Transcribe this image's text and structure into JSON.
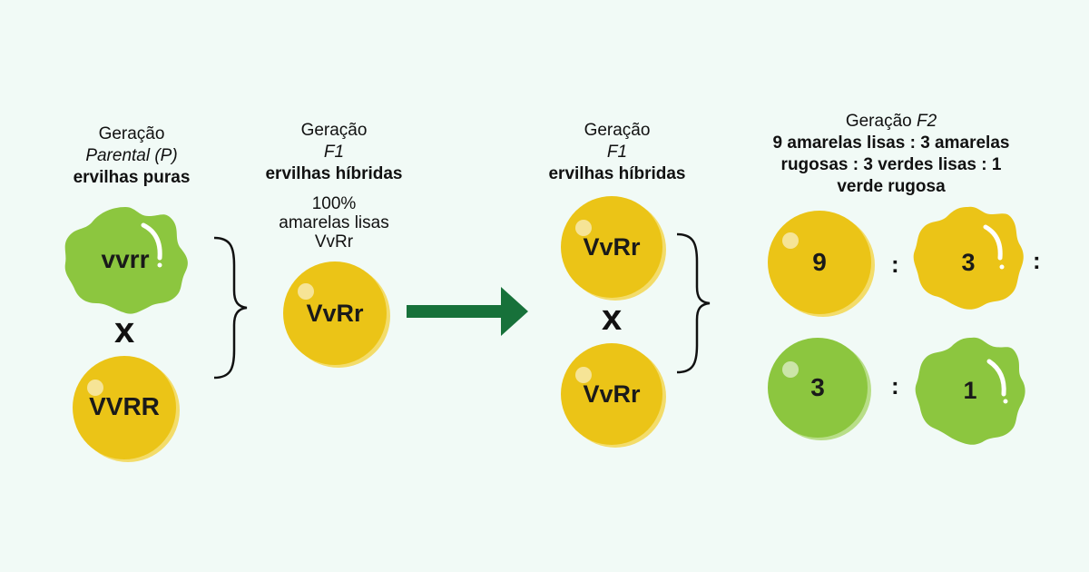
{
  "colors": {
    "background": "#f1faf6",
    "yellow_pea": "#ebc417",
    "green_pea": "#8cc63f",
    "arrow": "#17713a"
  },
  "parental": {
    "line1": "Geração",
    "line2": "Parental (P)",
    "line3": "ervilhas puras",
    "pea_top": "vvrr",
    "cross": "x",
    "pea_bottom": "VVRR"
  },
  "f1": {
    "line1": "Geração",
    "line2": "F1",
    "line3": "ervilhas híbridas",
    "result1": "100%",
    "result2": "amarelas lisas",
    "result3": "VvRr",
    "pea": "VvRr"
  },
  "f1_cross": {
    "line1": "Geração",
    "line2": "F1",
    "line3": "ervilhas híbridas",
    "pea_top": "VvRr",
    "cross": "x",
    "pea_bottom": "VvRr"
  },
  "f2": {
    "line1_prefix": "Geração ",
    "line1_italic": "F2",
    "ratio1": "9 amarelas lisas : 3 amarelas",
    "ratio2": "rugosas : 3 verdes lisas : 1",
    "ratio3": "verde rugosa",
    "count_yellow_smooth": "9",
    "count_yellow_wrinkled": "3",
    "count_green_smooth": "3",
    "count_green_wrinkled": "1",
    "colon": ":"
  }
}
